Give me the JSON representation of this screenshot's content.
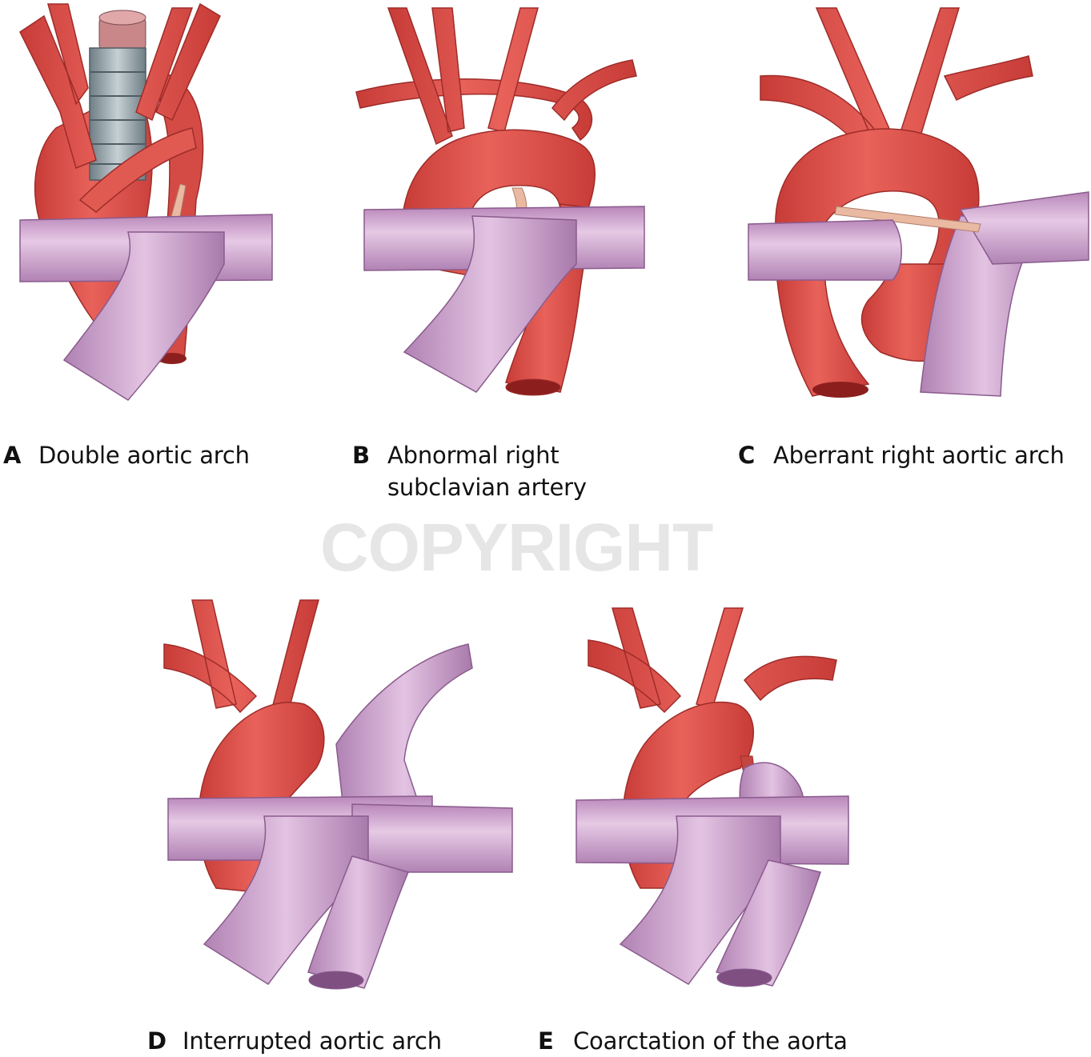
{
  "colors": {
    "artery": "#e0574f",
    "artery_dark": "#b8312e",
    "artery_light": "#f08a7f",
    "vein": "#c99ac9",
    "vein_light": "#e3c3e2",
    "vein_dark": "#9c6a9e",
    "trachea": "#9aa9b0",
    "trachea_dark": "#5f6e75",
    "ligament": "#e9b9a2"
  },
  "panels": [
    {
      "letter": "A",
      "caption": "Double aortic arch",
      "caption_line2": ""
    },
    {
      "letter": "B",
      "caption": "Abnormal right",
      "caption_line2": "subclavian artery"
    },
    {
      "letter": "C",
      "caption": "Aberrant right aortic arch",
      "caption_line2": ""
    },
    {
      "letter": "D",
      "caption": "Interrupted aortic arch",
      "caption_line2": ""
    },
    {
      "letter": "E",
      "caption": "Coarctation of the aorta",
      "caption_line2": ""
    }
  ],
  "watermark": "COPYRIGHT"
}
